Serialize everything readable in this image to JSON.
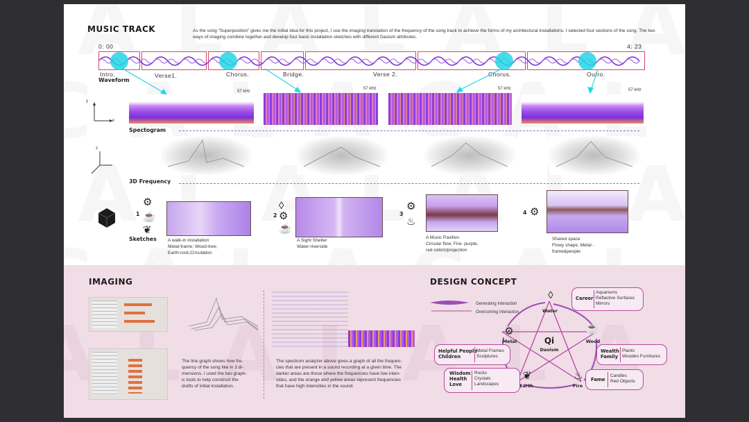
{
  "music_track": {
    "title": "MUSIC TRACK",
    "description": "As the song “Superposition” gives me the initial idea for this project, I use the imaging translation of the frequency of the song track to achieve the forms of my architectural installations. I selected four sections of the song. The two ways of imaging combine together and develop four basic installation sketches with different Daoism attributes.",
    "time_start": "0: 00",
    "time_end": "4: 23",
    "sections": [
      "Intro.",
      "Verse1.",
      "Chorus.",
      "Bridge.",
      "Verse 2.",
      "Chorus.",
      "Outro."
    ],
    "waveform_label": "Waveform",
    "spectrogram_label": "Spectogram",
    "frequency_label": "3D Frequency",
    "sketches_label": "Sketches",
    "spec_tag": "57 kHz",
    "axis_x": "x",
    "axis_y": "y",
    "axis_z": "z"
  },
  "sketches": [
    {
      "number": "1",
      "title": "A walk-in installation",
      "line2": "Metal-frame; Wood-tree;",
      "line3": "Earth-rock;Circulation"
    },
    {
      "number": "2",
      "title": "A Sight Shelter",
      "line2": "Water-riverside",
      "line3": ""
    },
    {
      "number": "3",
      "title": "A Music Pavilion",
      "line2": "Circular flow; Fire- purple,",
      "line3": "red colors/projection"
    },
    {
      "number": "4",
      "title": "Shared space",
      "line2": "Flowy shape; Metal -",
      "line3": "frame&people"
    }
  ],
  "imaging": {
    "title": "IMAGING",
    "text1": [
      "The line graph shows how fre-",
      "quency of the song like in 3 di-",
      "mensions. I used the two graph-",
      "ic tools to help construct the",
      "drafts of initial installation."
    ],
    "text2": [
      "The spectrum analyzer above gives a graph of all the frequen-",
      "cies that are present in a sound recording at a given time. The",
      "darker areas are those where the frequencies have low inten-",
      "sities, and the orange and yellow areas represent frequencies",
      "that have high intensities in the sound."
    ]
  },
  "design_concept": {
    "title": "DESIGN CONCEPT",
    "legend_generating": "Generating Interaction",
    "legend_overcoming": "Overcoming Interaction",
    "center_title": "Qi",
    "center_sub": "Daoism",
    "nodes": {
      "water": "Water",
      "wood": "Wood",
      "fire": "Fire",
      "earth": "Earth",
      "metal": "Metal"
    },
    "boxes": {
      "career_head": "Career",
      "career_items": [
        "Aquariums",
        "Reflactive Surfaces",
        "Mirrors"
      ],
      "wealth_head1": "Wealth",
      "wealth_head2": "Family",
      "wealth_items": [
        "Plants",
        "Wooden Furnitures"
      ],
      "fame_head": "Fame",
      "fame_items": [
        "Candles",
        "Red Objects"
      ],
      "wisdom_head": [
        "Wisdom",
        "Health",
        "Love"
      ],
      "wisdom_items": [
        "Rocks",
        "Crystals",
        "Landscapes"
      ],
      "helpful_head": [
        "Helpful People",
        "Children"
      ],
      "helpful_items": [
        "Metal Frames",
        "Sculptures"
      ]
    }
  },
  "colors": {
    "accent_pink": "#d8436d",
    "cyan": "#23d6e6",
    "purple": "#8a3de0",
    "magenta": "#b6489f",
    "band": "#f1dde6"
  }
}
